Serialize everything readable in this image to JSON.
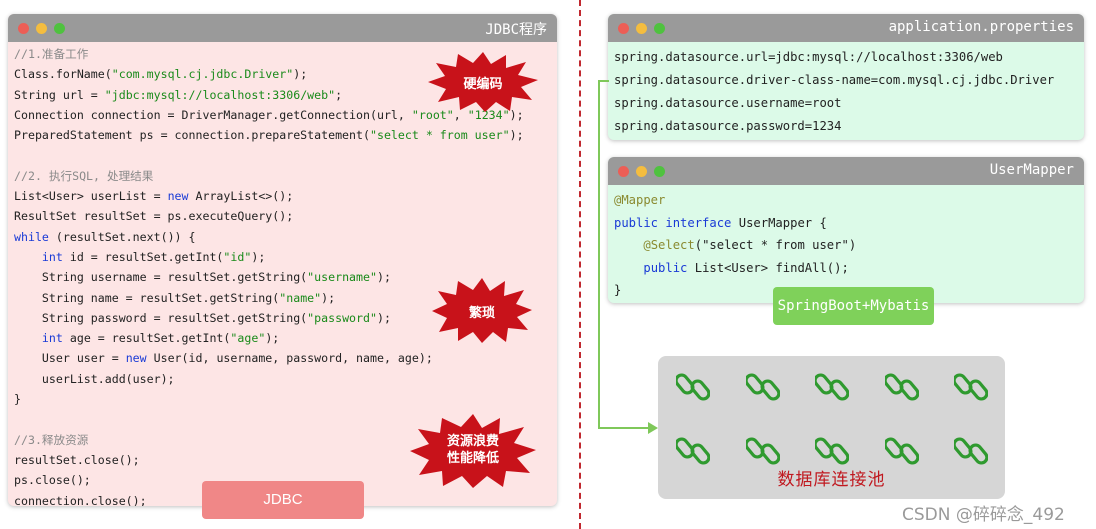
{
  "jdbc_window": {
    "title": "JDBC程序",
    "code_lines": [
      [
        {
          "t": "//1.准备工作",
          "c": "cm"
        }
      ],
      [
        {
          "t": "Class.forName("
        },
        {
          "t": "\"com.mysql.cj.jdbc.Driver\"",
          "c": "st"
        },
        {
          "t": ");"
        }
      ],
      [
        {
          "t": "String url = "
        },
        {
          "t": "\"jdbc:mysql://localhost:3306/web\"",
          "c": "st"
        },
        {
          "t": ";"
        }
      ],
      [
        {
          "t": "Connection connection = DriverManager.getConnection(url, "
        },
        {
          "t": "\"root\"",
          "c": "st"
        },
        {
          "t": ", "
        },
        {
          "t": "\"1234\"",
          "c": "st"
        },
        {
          "t": ");"
        }
      ],
      [
        {
          "t": "PreparedStatement ps = connection.prepareStatement("
        },
        {
          "t": "\"select * from user\"",
          "c": "st"
        },
        {
          "t": ");"
        }
      ],
      [
        {
          "t": ""
        }
      ],
      [
        {
          "t": "//2. 执行SQL, 处理结果",
          "c": "cm"
        }
      ],
      [
        {
          "t": "List<User> userList = "
        },
        {
          "t": "new",
          "c": "kw"
        },
        {
          "t": " ArrayList<>();"
        }
      ],
      [
        {
          "t": "ResultSet resultSet = ps.executeQuery();"
        }
      ],
      [
        {
          "t": "while",
          "c": "kw"
        },
        {
          "t": " (resultSet.next()) {"
        }
      ],
      [
        {
          "t": "    "
        },
        {
          "t": "int",
          "c": "kw"
        },
        {
          "t": " id = resultSet.getInt("
        },
        {
          "t": "\"id\"",
          "c": "st"
        },
        {
          "t": ");"
        }
      ],
      [
        {
          "t": "    String username = resultSet.getString("
        },
        {
          "t": "\"username\"",
          "c": "st"
        },
        {
          "t": ");"
        }
      ],
      [
        {
          "t": "    String name = resultSet.getString("
        },
        {
          "t": "\"name\"",
          "c": "st"
        },
        {
          "t": ");"
        }
      ],
      [
        {
          "t": "    String password = resultSet.getString("
        },
        {
          "t": "\"password\"",
          "c": "st"
        },
        {
          "t": ");"
        }
      ],
      [
        {
          "t": "    "
        },
        {
          "t": "int",
          "c": "kw"
        },
        {
          "t": " age = resultSet.getInt("
        },
        {
          "t": "\"age\"",
          "c": "st"
        },
        {
          "t": ");"
        }
      ],
      [
        {
          "t": "    User user = "
        },
        {
          "t": "new",
          "c": "kw"
        },
        {
          "t": " User(id, username, password, name, age);"
        }
      ],
      [
        {
          "t": "    userList.add(user);"
        }
      ],
      [
        {
          "t": "}"
        }
      ],
      [
        {
          "t": ""
        }
      ],
      [
        {
          "t": "//3.释放资源",
          "c": "cm"
        }
      ],
      [
        {
          "t": "resultSet.close();"
        }
      ],
      [
        {
          "t": "ps.close();"
        }
      ],
      [
        {
          "t": "connection.close();"
        }
      ]
    ]
  },
  "burst_labels": {
    "hardcode": "硬编码",
    "tedious": "繁琐",
    "resource_line1": "资源浪费",
    "resource_line2": "性能降低"
  },
  "jdbc_tag": "JDBC",
  "props_window": {
    "title": "application.properties",
    "code_lines": [
      [
        {
          "t": "spring.datasource.url=jdbc:mysql://localhost:3306/web"
        }
      ],
      [
        {
          "t": "spring.datasource.driver-class-name=com.mysql.cj.jdbc.Driver"
        }
      ],
      [
        {
          "t": "spring.datasource.username=root"
        }
      ],
      [
        {
          "t": "spring.datasource.password=1234"
        }
      ]
    ]
  },
  "mapper_window": {
    "title": "UserMapper",
    "code_lines": [
      [
        {
          "t": "@Mapper",
          "c": "an"
        }
      ],
      [
        {
          "t": "public interface",
          "c": "kw"
        },
        {
          "t": " UserMapper {"
        }
      ],
      [
        {
          "t": "    "
        },
        {
          "t": "@Select",
          "c": "an"
        },
        {
          "t": "(\"select * from user\")"
        }
      ],
      [
        {
          "t": "    "
        },
        {
          "t": "public",
          "c": "kw"
        },
        {
          "t": " List<User> findAll();"
        }
      ],
      [
        {
          "t": "}"
        }
      ]
    ]
  },
  "springboot_tag": "SpringBoot+Mybatis",
  "pool": {
    "label": "数据库连接池",
    "connection_count": 10,
    "icon": "chain-link-icon"
  },
  "watermark": "CSDN @碎碎念_492",
  "colors": {
    "jdbc_bg": "#fde5e5",
    "springboot_bg": "#dcfae8",
    "burst": "#c8121a",
    "link_green": "#2f9a2f",
    "connector": "#7fc85a",
    "divider": "#c0282f"
  }
}
